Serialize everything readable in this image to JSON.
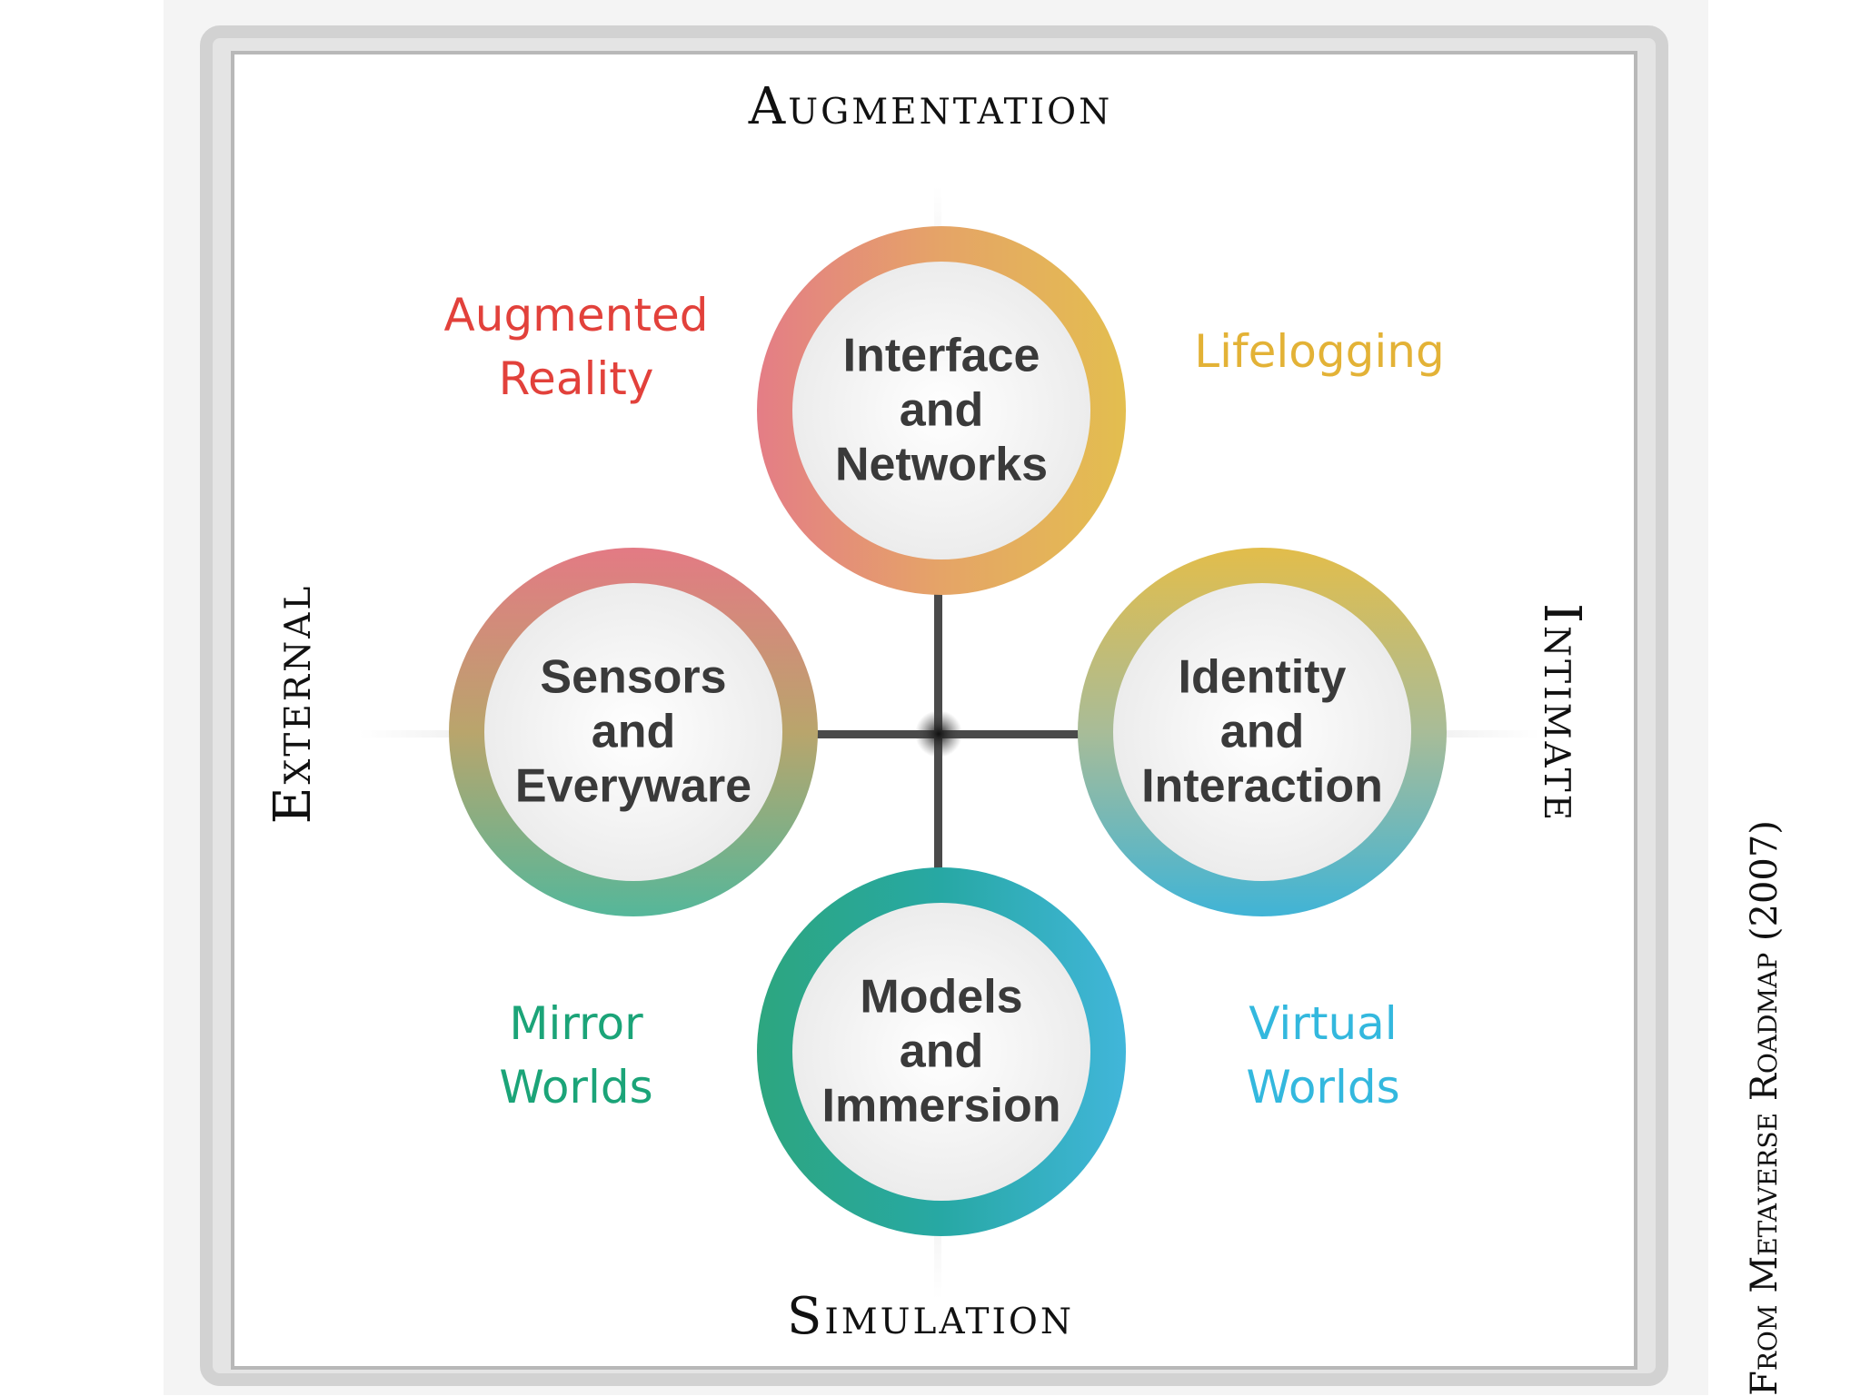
{
  "axes": {
    "top": "Augmentation",
    "bottom": "Simulation",
    "left": "External",
    "right": "Intimate"
  },
  "quadrants": {
    "top_left": {
      "lines": [
        "Augmented",
        "Reality"
      ],
      "color": "#e2413b"
    },
    "top_right": {
      "lines": [
        "Lifelogging"
      ],
      "color": "#e3b236"
    },
    "bottom_left": {
      "lines": [
        "Mirror",
        "Worlds"
      ],
      "color": "#1ba478"
    },
    "bottom_right": {
      "lines": [
        "Virtual",
        "Worlds"
      ],
      "color": "#33b8de"
    }
  },
  "circles": {
    "top": {
      "lines": [
        "Interface",
        "and",
        "Networks"
      ]
    },
    "left": {
      "lines": [
        "Sensors",
        "and",
        "Everyware"
      ]
    },
    "right": {
      "lines": [
        "Identity",
        "and",
        "Interaction"
      ]
    },
    "bottom": {
      "lines": [
        "Models",
        "and",
        "Immersion"
      ]
    }
  },
  "credit": "From Metaverse Roadmap (2007)"
}
